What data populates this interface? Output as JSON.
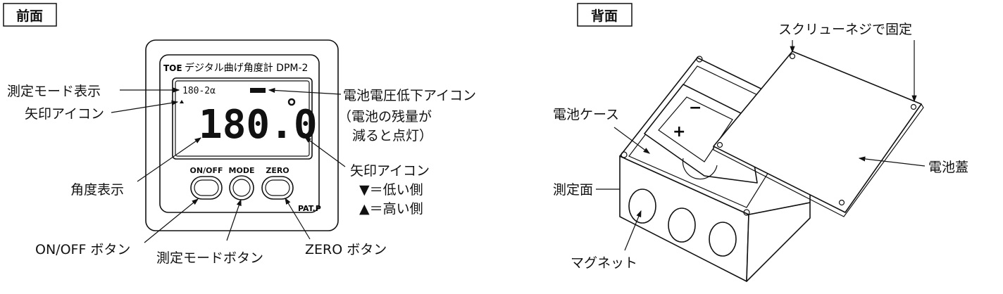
{
  "front": {
    "heading": "前面",
    "device": {
      "title": "デジタル曲げ角度計 DPM-2",
      "logo": "TOE",
      "lcd": {
        "mode_text": "180-2α",
        "reading": "180.0",
        "degree": "°"
      },
      "buttons": [
        "ON/OFF",
        "MODE",
        "ZERO"
      ],
      "patent": "PAT.P"
    },
    "labels": {
      "mode_display": "測定モード表示",
      "arrow_icon_left": "矢印アイコン",
      "battery_icon": "電池電圧低下アイコン",
      "battery_note_1": "（電池の残量が",
      "battery_note_2": "減ると点灯）",
      "angle_display": "角度表示",
      "arrow_icon_right": "矢印アイコン",
      "arrow_low": "▼＝低い側",
      "arrow_high": "▲＝高い側",
      "onoff_button": "ON/OFF ボタン",
      "mode_button": "測定モードボタン",
      "zero_button": "ZERO ボタン"
    }
  },
  "back": {
    "heading": "背面",
    "labels": {
      "screws": "スクリューネジで固定",
      "battery_case": "電池ケース",
      "battery_cover": "電池蓋",
      "measure_face": "測定面",
      "magnet": "マグネット",
      "minus": "−",
      "plus": "+"
    }
  }
}
